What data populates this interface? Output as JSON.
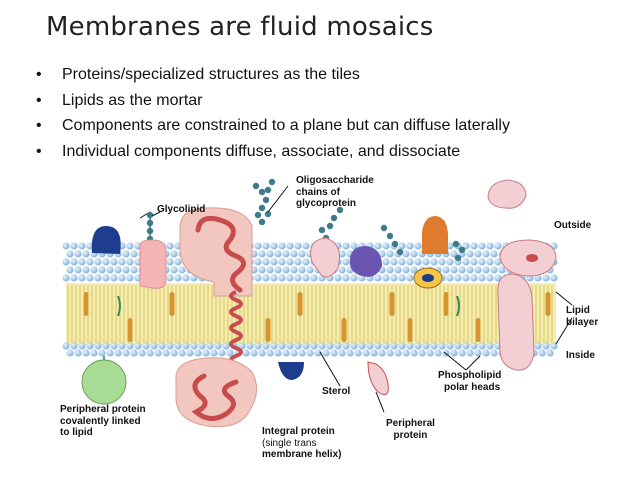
{
  "slide": {
    "title": "Membranes are fluid mosaics",
    "bullets": [
      "Proteins/specialized structures as the tiles",
      "Lipids as the mortar",
      "Components are constrained to a plane but can diffuse laterally",
      "Individual components diffuse, associate, and dissociate"
    ]
  },
  "diagram": {
    "labels": {
      "glycolipid": "Glycolipid",
      "oligosaccharide": [
        "Oligosaccharide",
        "chains of",
        "glycoprotein"
      ],
      "outside": "Outside",
      "lipid_bilayer": [
        "Lipid",
        "bilayer"
      ],
      "inside": "Inside",
      "phospholipid": [
        "Phospholipid",
        "polar heads"
      ],
      "sterol": "Sterol",
      "peripheral_lipid": [
        "Peripheral protein",
        "covalently linked",
        "to lipid"
      ],
      "integral": [
        "Integral protein",
        "(single trans",
        "membrane helix)"
      ],
      "peripheral": [
        "Peripheral",
        "protein"
      ]
    },
    "colors": {
      "heads": "#a9cdee",
      "tails": "#e9e08a",
      "sterol": "#d4952c",
      "integral_protein": "#f1c7c0",
      "green_protein": "#a8dc94",
      "navy_protein": "#1f3d8f",
      "orange_protein": "#de7b2c",
      "purple_protein": "#6b55b2"
    }
  }
}
